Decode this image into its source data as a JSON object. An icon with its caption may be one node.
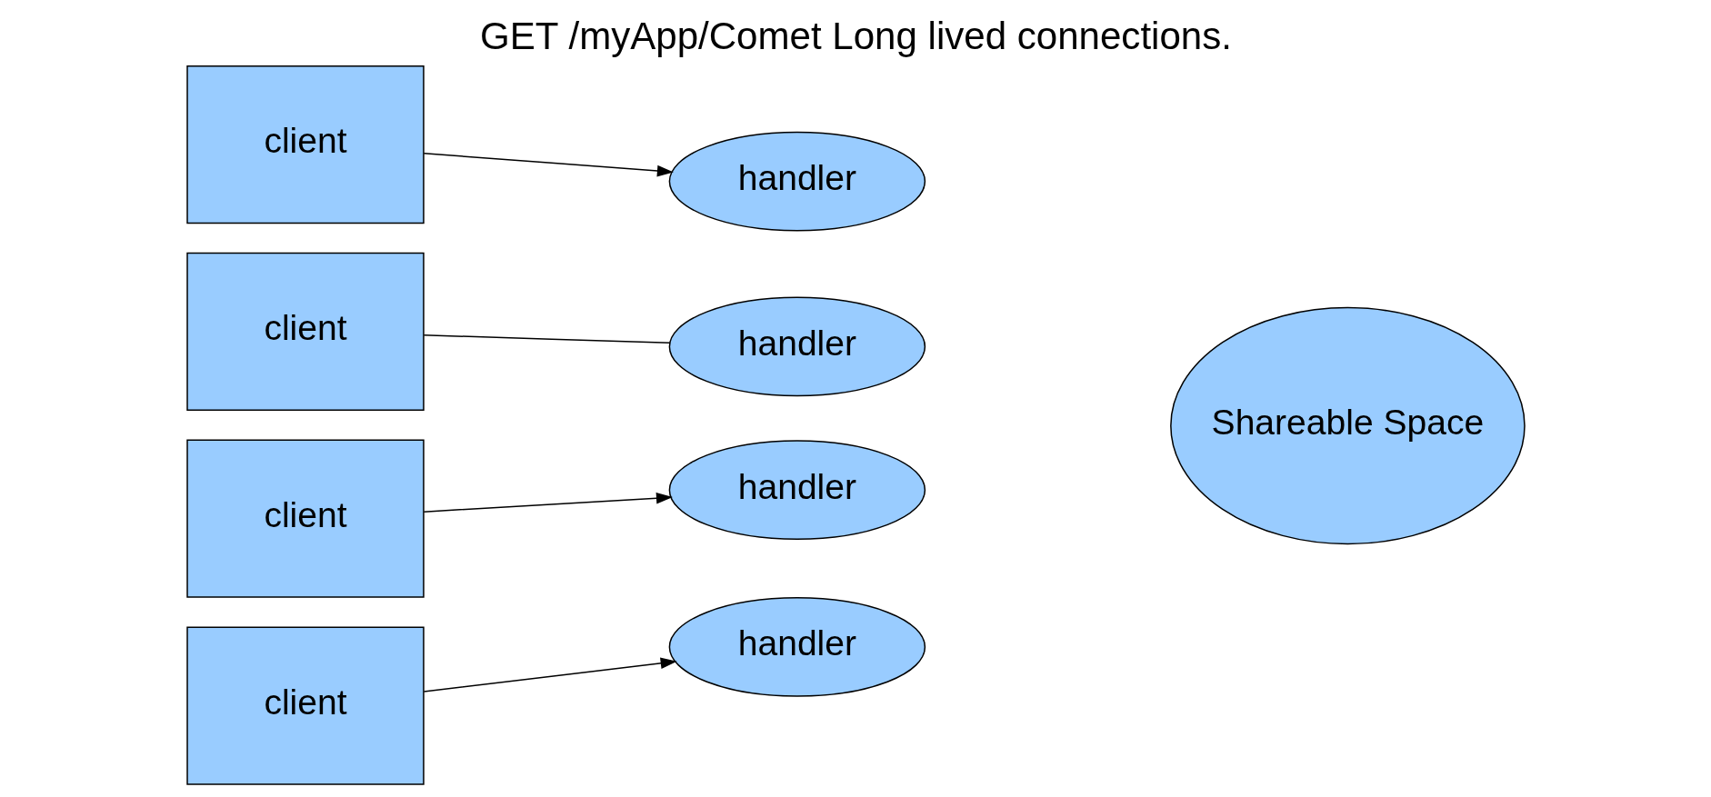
{
  "diagram": {
    "title": "GET /myApp/Comet Long lived connections.",
    "nodes": [
      {
        "text": [
          "client"
        ]
      },
      {
        "text": [
          "client"
        ]
      },
      {
        "text": [
          "client"
        ]
      },
      {
        "text": [
          "client"
        ]
      },
      {
        "text": [
          "handler"
        ]
      },
      {
        "text": [
          "handler"
        ]
      },
      {
        "text": [
          "handler"
        ]
      },
      {
        "text": [
          "handler"
        ]
      },
      {
        "text": [
          "Shareable Space"
        ]
      }
    ],
    "edges": [
      {
        "from": 0,
        "to": 4,
        "arrow": "to"
      },
      {
        "from": 1,
        "to": 5,
        "arrow": "none"
      },
      {
        "from": 2,
        "to": 6,
        "arrow": "to"
      },
      {
        "from": 3,
        "to": 7,
        "arrow": "to"
      }
    ]
  }
}
